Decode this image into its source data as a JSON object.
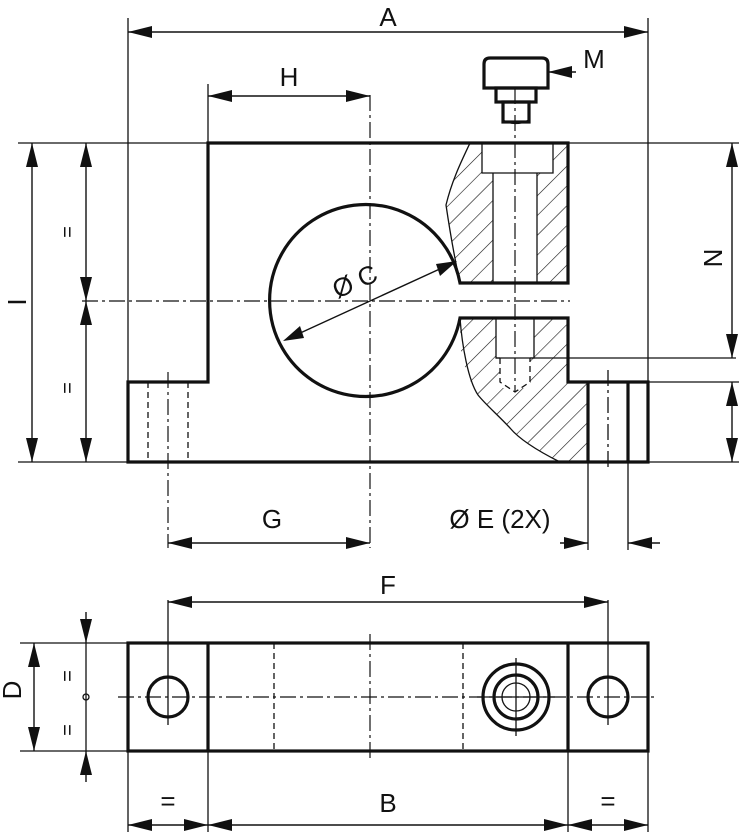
{
  "labels": {
    "A": "A",
    "B": "B",
    "C": "Ø C",
    "D": "D",
    "E": "Ø E (2X)",
    "F": "F",
    "G": "G",
    "H": "H",
    "I": "I",
    "M": "M",
    "N": "N",
    "equal": "="
  },
  "icons": {
    "screw": "socket-head-screw-icon",
    "centerMark": "center-mark-icon"
  },
  "colors": {
    "ink": "#111111",
    "paper": "#ffffff"
  }
}
